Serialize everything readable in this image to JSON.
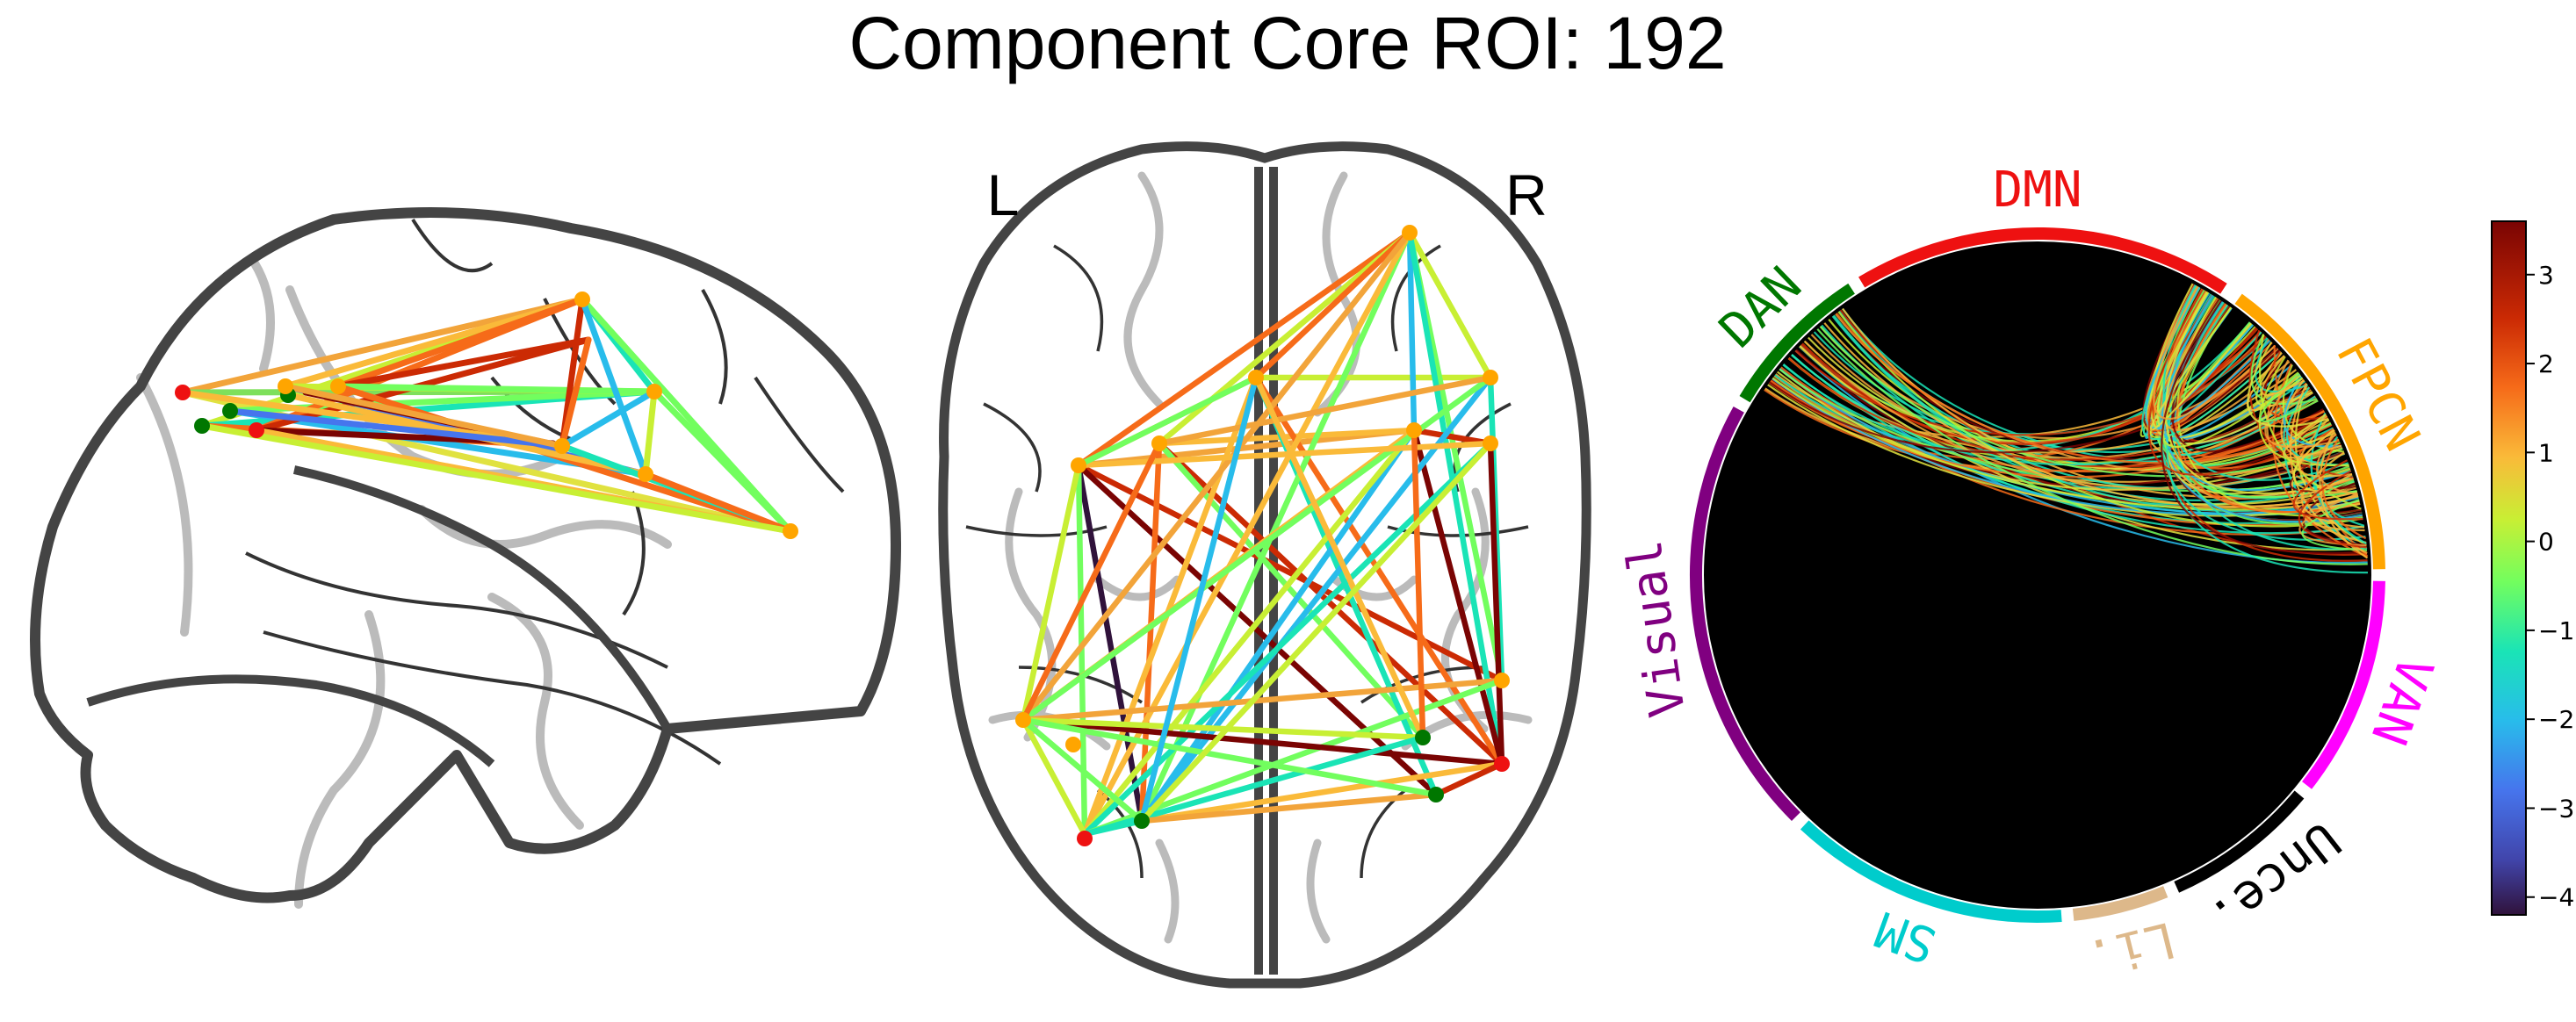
{
  "title": "Component Core ROI: 192",
  "hemisphere_labels": {
    "left": "L",
    "right": "R"
  },
  "networks": [
    {
      "name": "DMN",
      "label": "DMN",
      "color": "#ee1111"
    },
    {
      "name": "FPCN",
      "label": "FPCN",
      "color": "#ffa500"
    },
    {
      "name": "VAN",
      "label": "VAN",
      "color": "#ff00ff"
    },
    {
      "name": "Unce.",
      "label": "Unce.",
      "color": "#000000"
    },
    {
      "name": "Li.",
      "label": "Li.",
      "color": "#ddb88a"
    },
    {
      "name": "SM",
      "label": "SM",
      "color": "#00cccc"
    },
    {
      "name": "Visual",
      "label": "Visual",
      "color": "#800080"
    },
    {
      "name": "DAN",
      "label": "DAN",
      "color": "#007700"
    }
  ],
  "colorbar": {
    "min": -4.2,
    "max": 3.6,
    "ticks": [
      "3",
      "2",
      "1",
      "0",
      "−1",
      "−2",
      "−3",
      "−4"
    ],
    "tick_values": [
      3,
      2,
      1,
      0,
      -1,
      -2,
      -3,
      -4
    ]
  }
}
